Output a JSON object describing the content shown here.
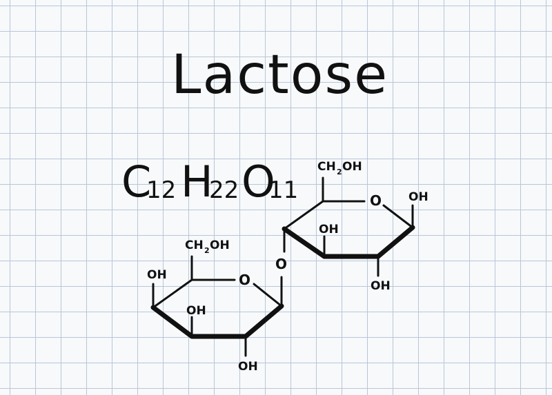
{
  "title": "Lactose",
  "formula": {
    "c": "C",
    "c_count": "12",
    "h": "H",
    "h_count": "22",
    "o": "O",
    "o_count": "11"
  },
  "ring_right": {
    "ch2oh_main": "CH",
    "ch2oh_sub": "2",
    "ch2oh_end": "OH",
    "ring_oxygen": "O",
    "oh_top_right": "OH",
    "oh_mid": "OH",
    "oh_bottom": "OH"
  },
  "ring_left": {
    "ch2oh_main": "CH",
    "ch2oh_sub": "2",
    "ch2oh_end": "OH",
    "ring_oxygen": "O",
    "oh_left": "OH",
    "oh_mid": "OH",
    "oh_bottom": "OH"
  },
  "glycosidic_oxygen": "O"
}
